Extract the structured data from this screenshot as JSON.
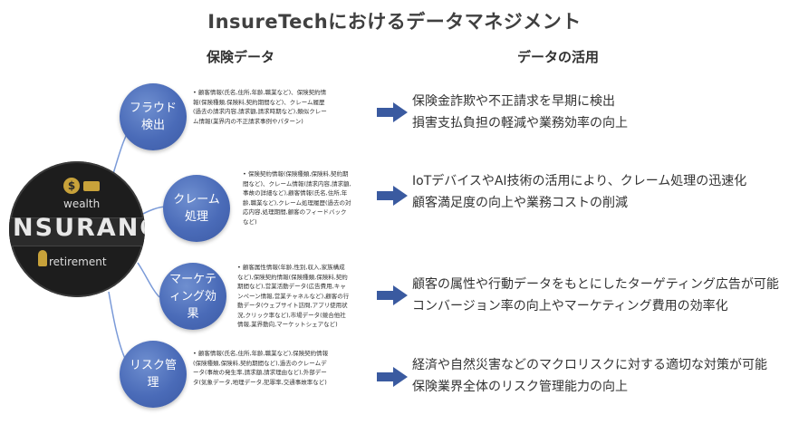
{
  "title": "InsureTechにおけるデータマネジメント",
  "columns": {
    "left": "保険データ",
    "right": "データの活用"
  },
  "hub_image": {
    "words": [
      "wealth",
      "INSURANCE",
      "retirement"
    ],
    "icon": "insurance-hub-image"
  },
  "rows": [
    {
      "category": "フラウド検出",
      "details": "顧客情報(氏名,住所,年齢,職業など)、保険契約情報(保険種類,保険料,契約期間など)、クレーム履歴(過去の請求内容,請求額,請求時期など),類似クレーム情報(業界内の不正請求事例やパターン)",
      "results": [
        "保険金詐欺や不正請求を早期に検出",
        "損害支払負担の軽減や業務効率の向上"
      ]
    },
    {
      "category": "クレーム処理",
      "details": "保険契約情報(保険種類,保険料,契約期間など)、クレーム情報(請求内容,請求額,事故の詳細など),顧客情報(氏名,住所,年齢,職業など),クレーム処理履歴(過去の対応内容,処理期間,顧客のフィードバックなど)",
      "results": [
        "IoTデバイスやAI技術の活用により、クレーム処理の迅速化",
        "顧客満足度の向上や業務コストの削減"
      ]
    },
    {
      "category": "マーケティング効果",
      "details": "顧客属性情報(年齢,性別,収入,家族構成など),保険契約情報(保険種類,保険料,契約期間など),営業活動データ(広告費用,キャンペーン情報,営業チャネルなど),顧客の行動データ(ウェブサイト訪問,アプリ使用状況,クリック率など),市場データ(競合他社情報,業界動向,マーケットシェアなど)",
      "results": [
        "顧客の属性や行動データをもとにしたターゲティング広告が可能",
        "コンバージョン率の向上やマーケティング費用の効率化"
      ]
    },
    {
      "category": "リスク管理",
      "details": "顧客情報(氏名,住所,年齢,職業など),保険契約情報(保険種類,保険料,契約期間など),過去のクレームデータ(事故の発生率,請求額,請求理由など),外部データ(気象データ,地理データ,犯罪率,交通事故率など)",
      "results": [
        "経済や自然災害などのマクロリスクに対する適切な対策が可能",
        "保険業界全体のリスク管理能力の向上"
      ]
    }
  ],
  "colors": {
    "node": "#4a6bb8",
    "arrow": "#3a5aa0",
    "connector": "#7a9ad8"
  }
}
